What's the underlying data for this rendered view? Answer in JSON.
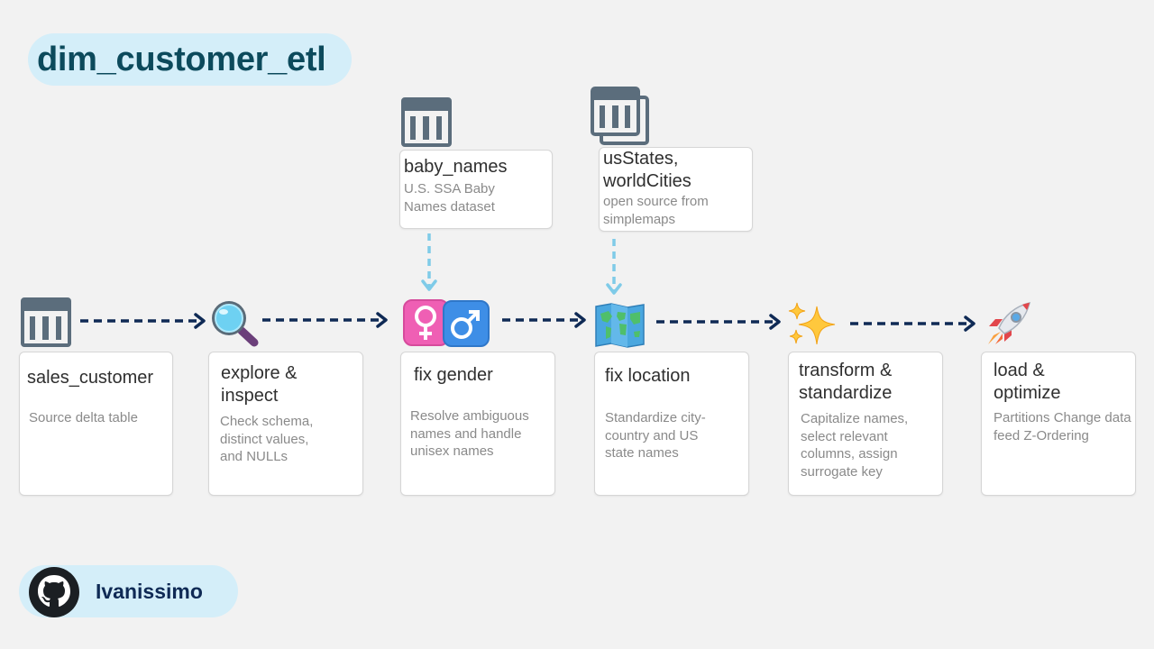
{
  "title": "dim_customer_etl",
  "steps": [
    {
      "icon": "table-icon",
      "title": "sales_customer",
      "desc": "Source delta table"
    },
    {
      "icon": "magnifying-glass-icon",
      "title": "explore & inspect",
      "desc": "Check schema, distinct values, and NULLs"
    },
    {
      "icon": "gender-symbols-icon",
      "title": "fix gender",
      "desc": "Resolve ambiguous names and handle unisex names"
    },
    {
      "icon": "world-map-icon",
      "title": "fix location",
      "desc": "Standardize city-country and US state names"
    },
    {
      "icon": "sparkles-icon",
      "title": "transform & standardize",
      "desc": "Capitalize names, select relevant columns, assign surrogate key"
    },
    {
      "icon": "rocket-icon",
      "title": "load & optimize",
      "desc": "Partitions Change data feed Z-Ordering"
    }
  ],
  "sources": [
    {
      "icon": "table-icon",
      "title": "baby_names",
      "desc": "U.S. SSA Baby Names dataset"
    },
    {
      "icon": "multi-table-icon",
      "title": "usStates, worldCities",
      "desc": "open source from simplemaps"
    }
  ],
  "footer": {
    "author": "Ivanissimo",
    "icon": "github-icon"
  },
  "colors": {
    "flow_arrow": "#0f2a55",
    "source_arrow": "#7fcbe8",
    "pill": "#d4eef9",
    "title_text": "#0c4a5c"
  }
}
